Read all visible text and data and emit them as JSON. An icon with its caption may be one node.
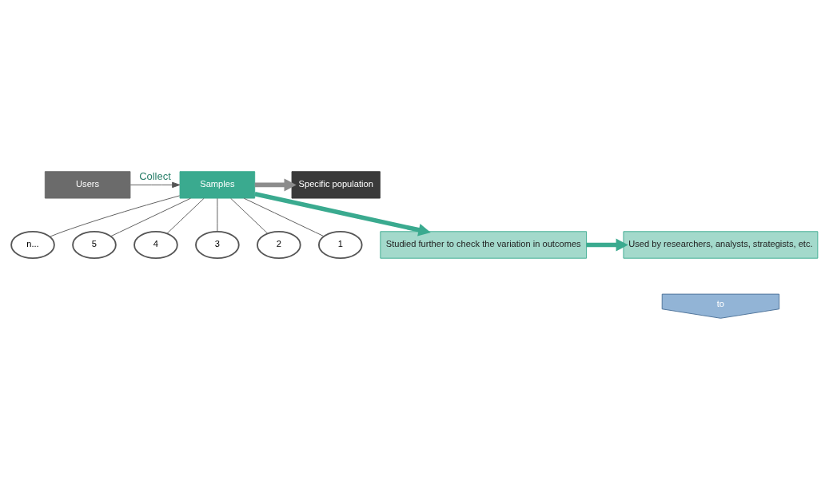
{
  "diagram": {
    "nodes": [
      {
        "text": [
          "Users"
        ]
      },
      {
        "text": [
          "Samples"
        ]
      },
      {
        "text": [
          "Specific population"
        ]
      },
      {
        "text": [
          "n..."
        ]
      },
      {
        "text": [
          "5"
        ]
      },
      {
        "text": [
          "4"
        ]
      },
      {
        "text": [
          "3"
        ]
      },
      {
        "text": [
          "2"
        ]
      },
      {
        "text": [
          "1"
        ]
      },
      {
        "text": [
          "Studied further to check the variation in outcomes"
        ]
      },
      {
        "text": [
          "Used by researchers, analysts, strategists, etc."
        ]
      },
      {
        "text": [
          "to"
        ]
      }
    ],
    "edges": [
      {
        "from": 0,
        "to": 1,
        "arrow": "to",
        "label": "Collect"
      },
      {
        "from": 1,
        "to": 2,
        "arrow": "to",
        "style": "thick",
        "color": "#8c8c8c"
      },
      {
        "from": 1,
        "to": 3,
        "arrow": "none"
      },
      {
        "from": 1,
        "to": 4,
        "arrow": "none"
      },
      {
        "from": 1,
        "to": 5,
        "arrow": "none"
      },
      {
        "from": 1,
        "to": 6,
        "arrow": "none"
      },
      {
        "from": 1,
        "to": 7,
        "arrow": "none"
      },
      {
        "from": 1,
        "to": 8,
        "arrow": "none"
      },
      {
        "from": 1,
        "to": 9,
        "arrow": "to",
        "style": "thick",
        "color": "#3aaa8f"
      },
      {
        "from": 9,
        "to": 10,
        "arrow": "to",
        "style": "thick",
        "color": "#3aaa8f"
      }
    ]
  }
}
